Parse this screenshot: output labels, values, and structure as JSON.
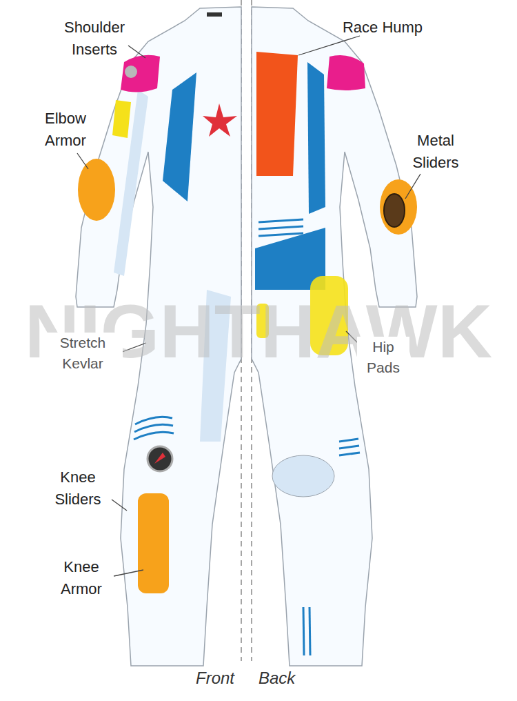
{
  "diagram": {
    "labels": [
      "Shoulder Inserts",
      "Race Hump",
      "Elbow Armor",
      "Metal Sliders",
      "NIGHTHAWK",
      "Stretch Kevlar",
      "Hip Pads",
      "Knee Sliders",
      "Knee Armor",
      "Front",
      "Back"
    ]
  }
}
